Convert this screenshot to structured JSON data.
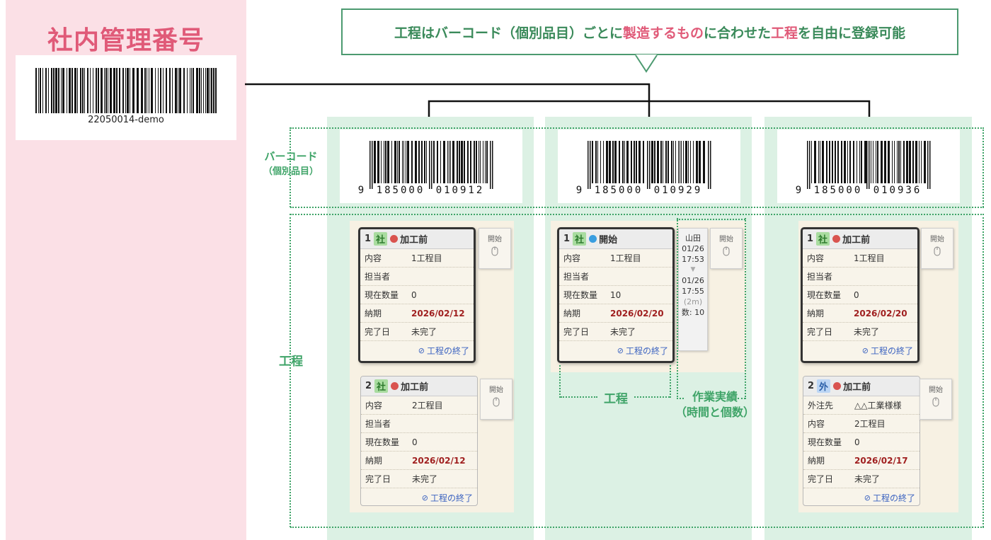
{
  "left": {
    "title": "社内管理番号",
    "barcode_text": "22050014-demo"
  },
  "callout": {
    "part1": "工程はバーコード（個別品目）ごとに",
    "part2": "製造するもの",
    "part3": "に合わせた",
    "part4": "工程",
    "part5": "を自由に登録可能"
  },
  "labels": {
    "barcode_line1": "バーコード",
    "barcode_line2": "（個別品目）",
    "process": "工程",
    "process_bracket": "工程",
    "perf_line1": "作業実績",
    "perf_line2": "（時間と個数）"
  },
  "barcodes": [
    {
      "digits": [
        "9",
        "185000",
        "010912"
      ]
    },
    {
      "digits": [
        "9",
        "185000",
        "010929"
      ]
    },
    {
      "digits": [
        "9",
        "185000",
        "010936"
      ]
    }
  ],
  "colors": {
    "accent_green": "#3fa468",
    "accent_pink": "#e05a78",
    "status_red": "#d9534f",
    "status_blue": "#3a9ee0"
  },
  "cards": {
    "c1a": {
      "num": "1",
      "tag": "社",
      "status": "加工前",
      "rows": [
        [
          "内容",
          "1工程目"
        ],
        [
          "担当者",
          ""
        ],
        [
          "現在数量",
          "0"
        ],
        [
          "納期",
          "2026/02/12"
        ],
        [
          "完了日",
          "未完了"
        ]
      ],
      "finish": "工程の終了"
    },
    "c1b": {
      "num": "2",
      "tag": "社",
      "status": "加工前",
      "rows": [
        [
          "内容",
          "2工程目"
        ],
        [
          "担当者",
          ""
        ],
        [
          "現在数量",
          "0"
        ],
        [
          "納期",
          "2026/02/12"
        ],
        [
          "完了日",
          "未完了"
        ]
      ],
      "finish": "工程の終了"
    },
    "c2a": {
      "num": "1",
      "tag": "社",
      "status": "開始",
      "rows": [
        [
          "内容",
          "1工程目"
        ],
        [
          "担当者",
          ""
        ],
        [
          "現在数量",
          "10"
        ],
        [
          "納期",
          "2026/02/20"
        ],
        [
          "完了日",
          "未完了"
        ]
      ],
      "finish": "工程の終了"
    },
    "c3a": {
      "num": "1",
      "tag": "社",
      "status": "加工前",
      "rows": [
        [
          "内容",
          "1工程目"
        ],
        [
          "担当者",
          ""
        ],
        [
          "現在数量",
          "0"
        ],
        [
          "納期",
          "2026/02/20"
        ],
        [
          "完了日",
          "未完了"
        ]
      ],
      "finish": "工程の終了"
    },
    "c3b": {
      "num": "2",
      "tag": "外",
      "status": "加工前",
      "rows": [
        [
          "外注先",
          "△△工業様様"
        ],
        [
          "内容",
          "2工程目"
        ],
        [
          "現在数量",
          "0"
        ],
        [
          "納期",
          "2026/02/17"
        ],
        [
          "完了日",
          "未完了"
        ]
      ],
      "finish": "工程の終了"
    }
  },
  "start_label": "開始",
  "perf": {
    "name": "山田",
    "start_date": "01/26",
    "start_time": "17:53",
    "end_date": "01/26",
    "end_time": "17:55",
    "duration": "(2m)",
    "count": "数: 10"
  }
}
